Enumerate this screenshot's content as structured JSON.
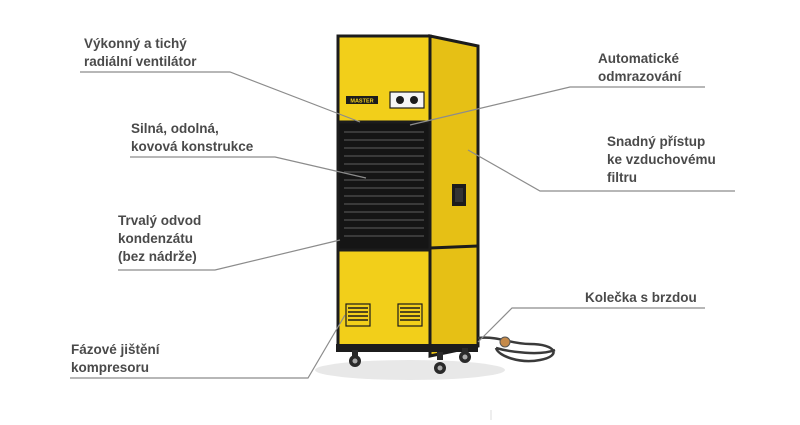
{
  "labels": {
    "fan": [
      "Výkonný a tichý",
      "radiální ventilátor"
    ],
    "frame": [
      "Silná, odolná,",
      "kovová konstrukce"
    ],
    "drain": [
      "Trvalý odvod",
      "kondenzátu",
      "(bez nádrže)"
    ],
    "phase": [
      "Fázové jištění",
      "kompresoru"
    ],
    "defrost": [
      "Automatické",
      "odmrazování"
    ],
    "filter": [
      "Snadný přístup",
      "ke vzduchovému",
      "filtru"
    ],
    "wheels": [
      "Kolečka s brzdou"
    ]
  },
  "product": {
    "brand_logo": "MASTER",
    "colors": {
      "body": "#f2cf1a",
      "frame": "#1c1c1c",
      "grille": "#111111",
      "leader": "#8c8c8c"
    }
  }
}
